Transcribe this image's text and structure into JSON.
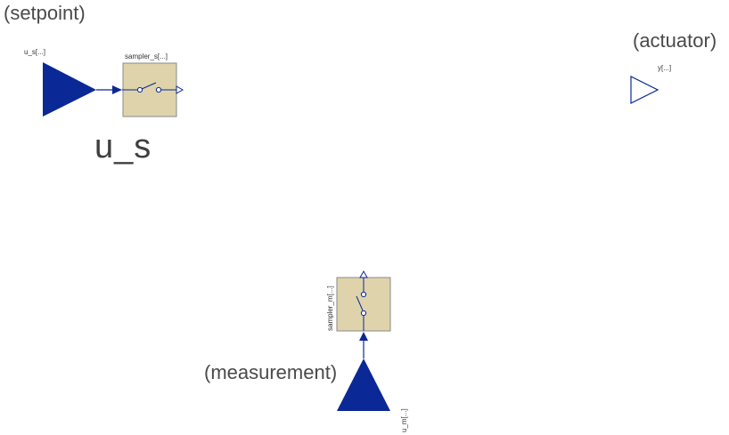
{
  "labels": {
    "setpoint": "(setpoint)",
    "actuator": "(actuator)",
    "measurement": "(measurement)",
    "u_s_big": "u_s"
  },
  "blocks": {
    "u_s_input": "u_s[...]",
    "sampler_s": "sampler_s[...]",
    "y_output": "y[...]",
    "sampler_m": "sampler_m[...]",
    "u_m_input": "u_m[...]"
  },
  "colors": {
    "connector_blue": "#0a2896",
    "sampler_fill": "#dfd3ab",
    "sampler_border": "#8a8a8a"
  }
}
